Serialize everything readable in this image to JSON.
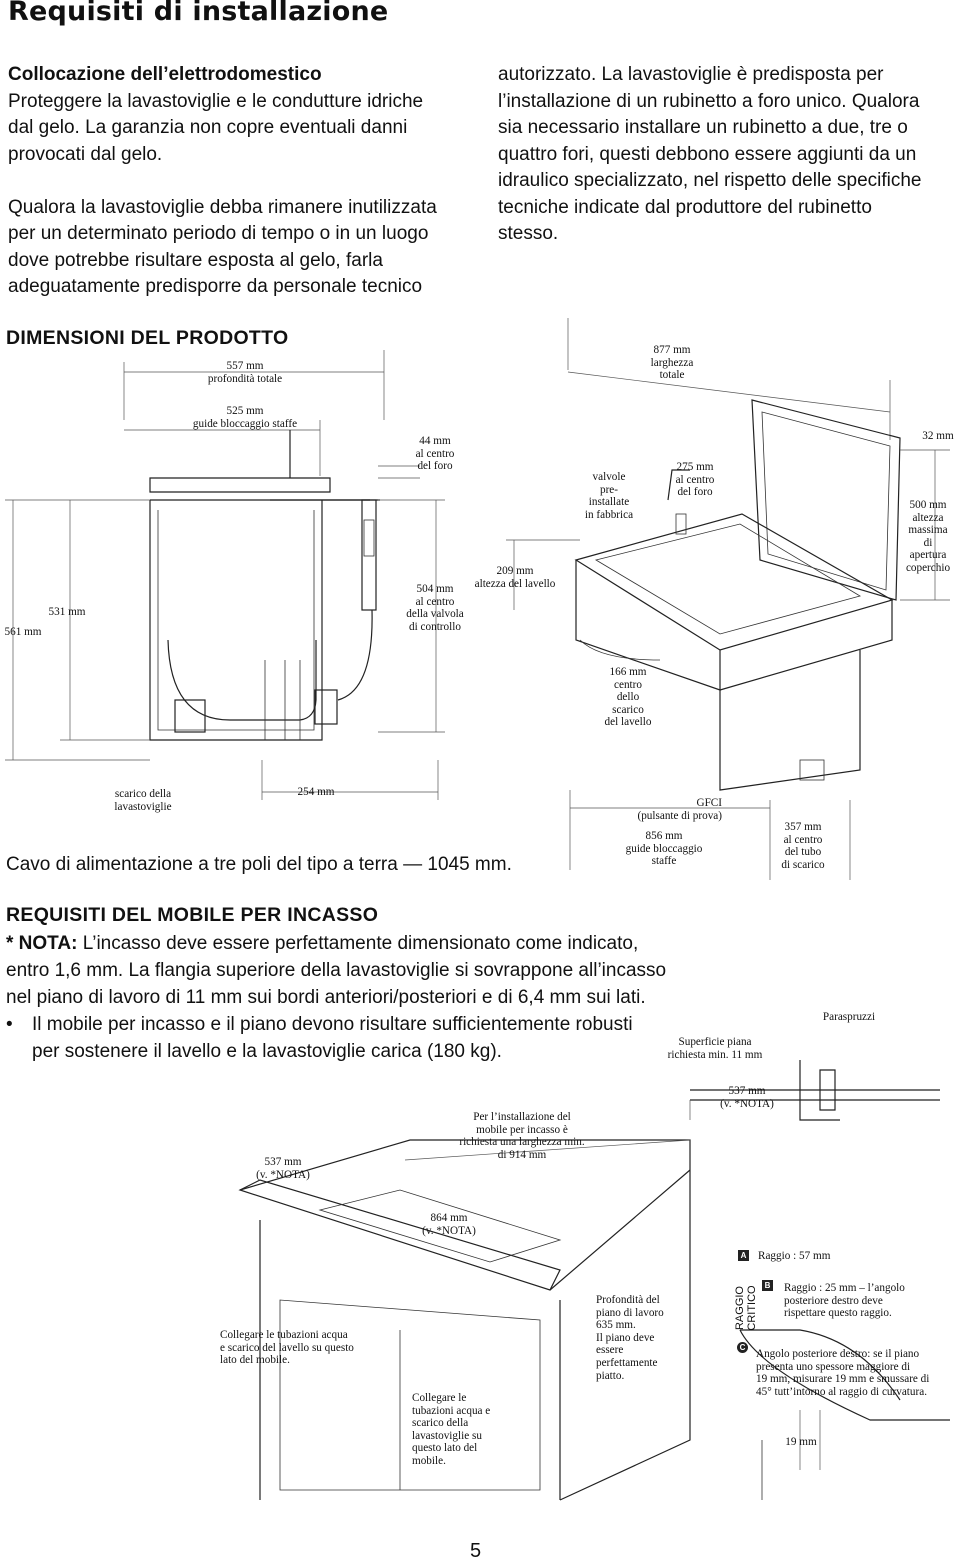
{
  "title": "Requisiti di installazione",
  "placement": {
    "heading": "Collocazione dell’elettrodomestico",
    "lines_left": [
      "Proteggere la lavastoviglie e le condutture idriche",
      "dal gelo. La garanzia non copre eventuali danni",
      "provocati dal gelo.",
      "",
      "Qualora la lavastoviglie debba rimanere inutilizzata",
      "per un determinato periodo di tempo o in un luogo",
      "dove potrebbe risultare esposta al gelo, farla",
      "adeguatamente predisporre da personale tecnico"
    ],
    "lines_right": [
      "autorizzato. La lavastoviglie è predisposta per",
      "l’installazione di un rubinetto a foro unico. Qualora",
      "sia necessario installare un rubinetto a due, tre o",
      "quattro fori, questi debbono essere aggiunti da un",
      "idraulico specializzato, nel rispetto delle specifiche",
      "tecniche indicate dal produttore del rubinetto",
      "stesso."
    ]
  },
  "dimensions": {
    "heading": "DIMENSIONI DEL PRODOTTO",
    "labels": {
      "depth": "557 mm\nprofondità totale",
      "guides": "525 mm\nguide bloccaggio staffe",
      "hole_center": "44 mm\nal centro\ndel foro",
      "valve_center": "504 mm\nal centro\ndella valvola\ndi controllo",
      "h561": "561 mm",
      "h531": "531 mm",
      "discharge": "scarico della\nlavastoviglie",
      "w254": "254 mm",
      "width_total": "877 mm\nlarghezza\ntotale",
      "sink_height": "209 mm\naltezza del lavello",
      "valves": "valvole\npre-\ninstallate\nin fabbrica",
      "hole_275": "275 mm\nal centro\ndel foro",
      "w32": "32 mm",
      "lid": "500 mm\naltezza\nmassima\ndi\napertura\ncoperchio",
      "drain_166": "166 mm\ncentro\ndello\nscarico\ndel lavello",
      "gfci": "GFCI\n(pulsante di prova)",
      "guides_856": "856 mm\nguide bloccaggio\nstaffe",
      "pipe_357": "357 mm\nal centro\ndel tubo\ndi scarico"
    },
    "cable": "Cavo di alimentazione a tre poli del tipo a terra — 1045 mm."
  },
  "cabinet": {
    "heading": "REQUISITI DEL MOBILE PER INCASSO",
    "note_prefix": "* NOTA:",
    "note_lines": [
      " L’incasso deve essere perfettamente dimensionato come  indicato,",
      "entro 1,6 mm. La flangia superiore della lavastoviglie si sovrappone all’incasso",
      "nel piano di lavoro di 11 mm sui bordi anteriori/posteriori e di 6,4 mm sui lati."
    ],
    "bullet_lines": [
      "Il mobile per incasso e il piano devono risultare sufficientemente robusti",
      "per sostenere il lavello e la lavastoviglie carica (180 kg)."
    ],
    "labels": {
      "surface": "Superficie piana\nrichiesta min. 11 mm",
      "splash": "Paraspruzzi",
      "w537_right": "537 mm\n(v. *NOTA)",
      "w914": "Per l’installazione del\nmobile per incasso è\nrichiesta una larghezza min.\ndi 914 mm",
      "w537_left": "537 mm\n(v. *NOTA)",
      "w864": "864 mm\n(v. *NOTA)",
      "sink_pipes": "Collegare le tubazioni acqua\ne scarico del lavello su questo\nlato del mobile.",
      "dw_pipes": "Collegare le\ntubazioni acqua e\nscarico della\nlavastoviglie su\nquesto lato del\nmobile.",
      "depth_635": "Profondità del\npiano di lavoro\n635 mm.\nIl piano deve\nessere\nperfettamente\npiatto.",
      "critical": "RAGGIO\nCRITICO",
      "r57": "Raggio : 57 mm",
      "r25": "Raggio : 25 mm – l’angolo\nposteriore destro deve\nrispettare questo raggio.",
      "rear_corner": "Angolo posteriore destro: se il piano\npresenta uno spessore maggiore di\n19 mm, misurare 19 mm e smussare di\n45° tutt’intorno al raggio di curvatura.",
      "r19": "19 mm"
    },
    "markers": {
      "a": "A",
      "b": "B",
      "c": "C"
    }
  },
  "page_number": "5"
}
